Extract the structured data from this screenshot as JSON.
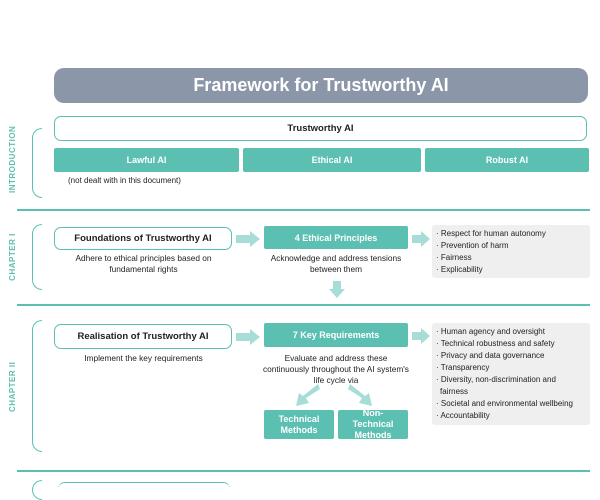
{
  "title": "Framework for Trustworthy AI",
  "colors": {
    "teal": "#5bbfb2",
    "title_bg": "#8b96a8",
    "list_bg": "#efefef",
    "arrow": "#a6ddd6"
  },
  "introduction": {
    "label": "INTRODUCTION",
    "heading": "Trustworthy AI",
    "components": [
      "Lawful AI",
      "Ethical AI",
      "Robust AI"
    ],
    "note": "(not dealt with in this document)"
  },
  "chapter1": {
    "label": "CHAPTER I",
    "box": "Foundations of Trustworthy AI",
    "box_desc": "Adhere to ethical principles based on fundamental rights",
    "middle": "4 Ethical Principles",
    "middle_desc": "Acknowledge and address tensions between them",
    "items": [
      "· Respect for human autonomy",
      "· Prevention of harm",
      "· Fairness",
      "· Explicability"
    ]
  },
  "chapter2": {
    "label": "CHAPTER II",
    "box": "Realisation of Trustworthy AI",
    "box_desc": "Implement the key requirements",
    "middle": "7 Key Requirements",
    "middle_desc": "Evaluate and address these continuously throughout the AI system's life cycle via",
    "methods": [
      "Technical Methods",
      "Non-Technical Methods"
    ],
    "items": [
      "· Human agency and oversight",
      "· Technical robustness and safety",
      "· Privacy and data governance",
      "· Transparency",
      "· Diversity, non-discrimination and",
      "  fairness",
      "· Societal and environmental wellbeing",
      "· Accountability"
    ]
  }
}
